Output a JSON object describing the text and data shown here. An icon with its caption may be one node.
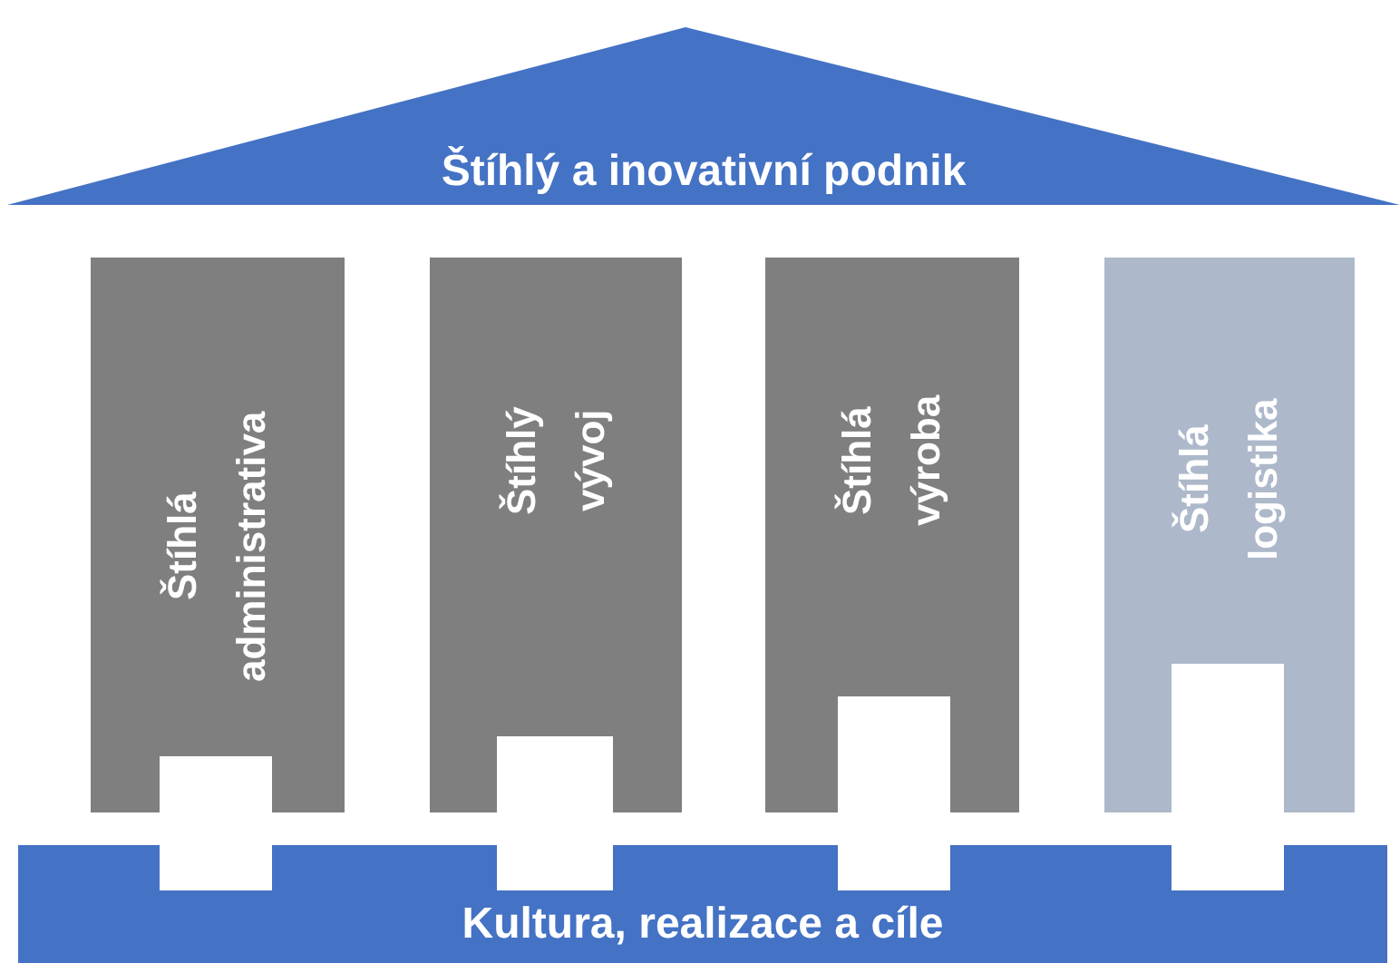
{
  "diagram": {
    "nodes": [
      {
        "text": [
          "Štíhlý a inovativní podnik"
        ]
      },
      {
        "text": [
          "Štíhlá administrativa"
        ]
      },
      {
        "text": [
          "Štíhlý vývoj"
        ]
      },
      {
        "text": [
          "Štíhlá výroba"
        ]
      },
      {
        "text": [
          "Štíhlá logistika"
        ]
      },
      {
        "text": [
          "Kultura, realizace a cíle"
        ]
      }
    ]
  }
}
